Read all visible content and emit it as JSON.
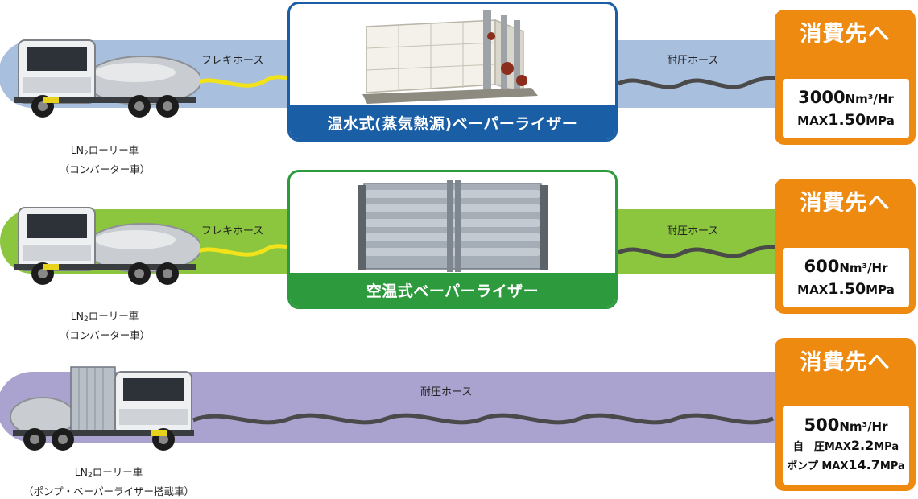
{
  "rows": [
    {
      "band_color": "#a9bfde",
      "left_hose_label": "フレキホース",
      "right_hose_label": "耐圧ホース",
      "truck_caption_line1_pre": "LN",
      "truck_caption_line1_sub": "2",
      "truck_caption_line1_post": "ローリー車",
      "truck_caption_line2": "（コンバーター車）",
      "vaporizer_title": "温水式(蒸気熱源)ベーパーライザー",
      "vaporizer_color": "#1a5fa6",
      "dest_title": "消費先へ",
      "flow_value": "3000",
      "flow_unit": "Nm³/Hr",
      "pressure_prefix": "MAX",
      "pressure_value": "1.50",
      "pressure_unit": "MPa"
    },
    {
      "band_color": "#8cc63f",
      "left_hose_label": "フレキホース",
      "right_hose_label": "耐圧ホース",
      "truck_caption_line1_pre": "LN",
      "truck_caption_line1_sub": "2",
      "truck_caption_line1_post": "ローリー車",
      "truck_caption_line2": "（コンバーター車）",
      "vaporizer_title": "空温式ベーパーライザー",
      "vaporizer_color": "#2e9a3e",
      "dest_title": "消費先へ",
      "flow_value": "600",
      "flow_unit": "Nm³/Hr",
      "pressure_prefix": "MAX",
      "pressure_value": "1.50",
      "pressure_unit": "MPa"
    },
    {
      "band_color": "#aba3cf",
      "hose_label": "耐圧ホース",
      "truck_caption_line1_pre": "LN",
      "truck_caption_line1_sub": "2",
      "truck_caption_line1_post": "ローリー車",
      "truck_caption_line2": "（ポンプ・ベーパーライザー搭載車）",
      "dest_title": "消費先へ",
      "flow_value": "500",
      "flow_unit": "Nm³/Hr",
      "pressure_line1_prefix": "自　圧",
      "pressure_line1_max": "MAX",
      "pressure_line1_value": "2.2",
      "pressure_line1_unit": "MPa",
      "pressure_line2_prefix": "ポンプ",
      "pressure_line2_max": "MAX",
      "pressure_line2_value": "14.7",
      "pressure_line2_unit": "MPa"
    }
  ],
  "colors": {
    "dest_orange": "#ef8a10",
    "flex_hose": "#f2e21a",
    "pressure_hose": "#4a4a4a"
  }
}
